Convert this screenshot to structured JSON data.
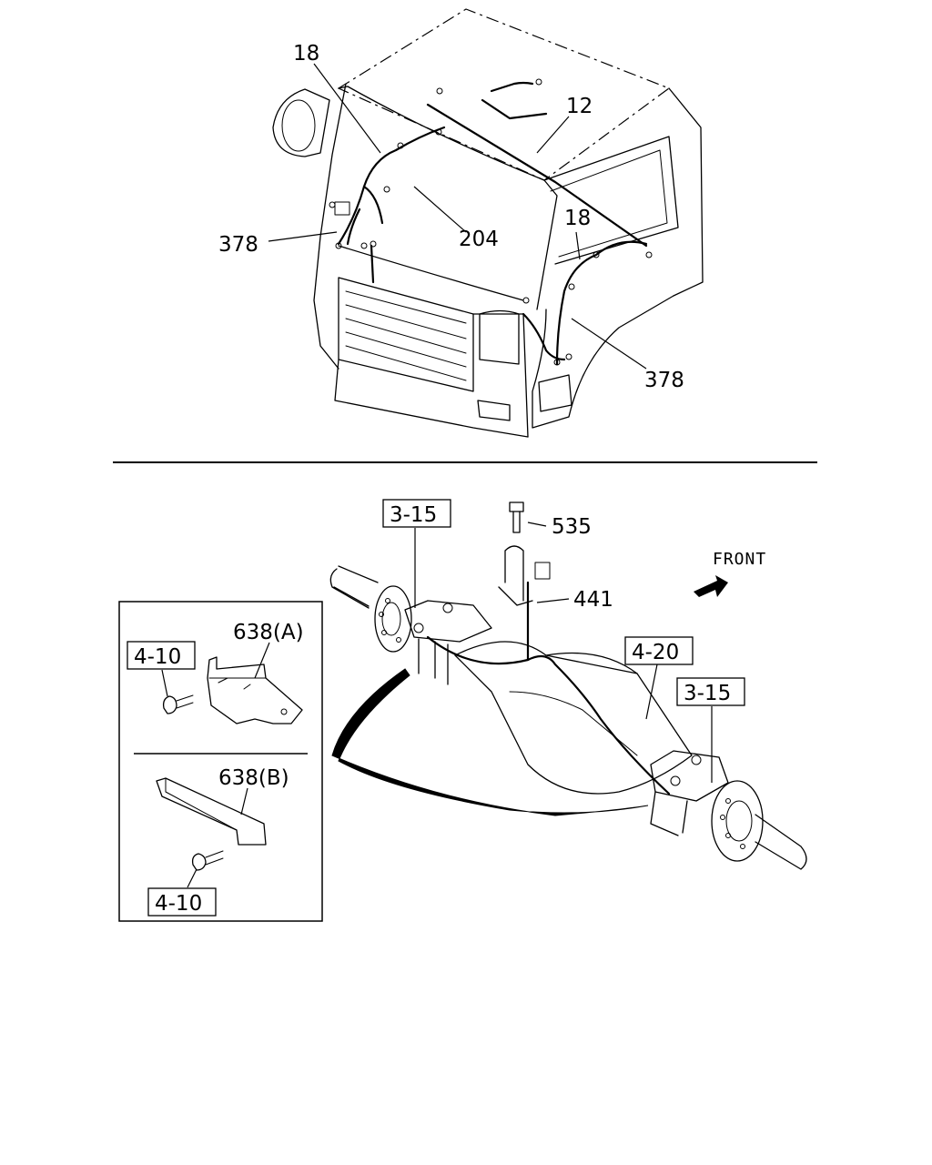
{
  "cab": {
    "label_18_top": "18",
    "label_12": "12",
    "label_378_left": "378",
    "label_204": "204",
    "label_18_right": "18",
    "label_378_right": "378"
  },
  "axle": {
    "ref_3_15_top": "3-15",
    "label_535": "535",
    "front_label": "FRONT",
    "label_441": "441",
    "ref_4_20": "4-20",
    "ref_3_15_right": "3-15"
  },
  "inset": {
    "label_638_a": "638(A)",
    "ref_4_10_top": "4-10",
    "label_638_b": "638(B)",
    "ref_4_10_bottom": "4-10"
  }
}
